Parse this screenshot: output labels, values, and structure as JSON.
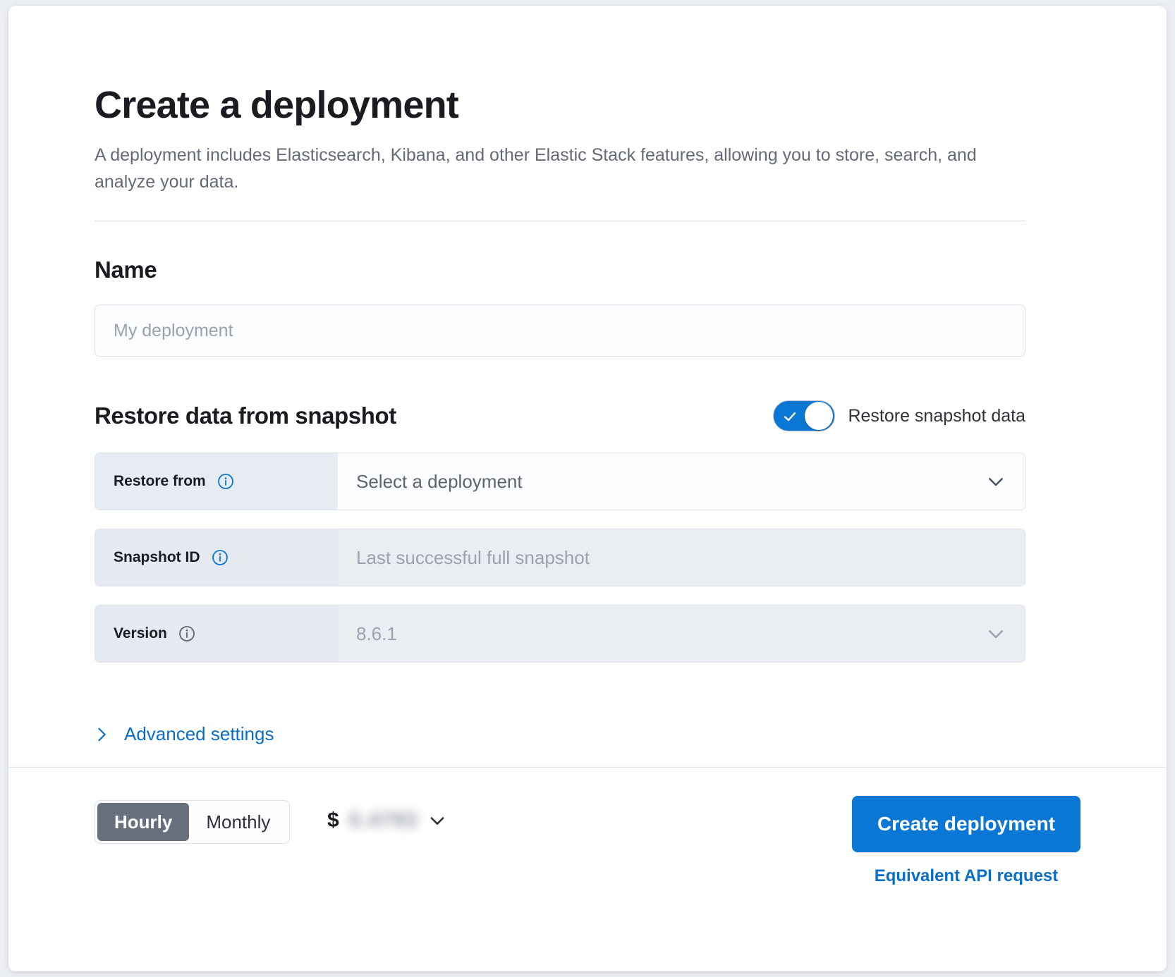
{
  "page": {
    "title": "Create a deployment",
    "subtitle": "A deployment includes Elasticsearch, Kibana, and other Elastic Stack features, allowing you to store, search, and analyze your data."
  },
  "name_section": {
    "heading": "Name",
    "input_placeholder": "My deployment",
    "input_value": ""
  },
  "snapshot_section": {
    "heading": "Restore data from snapshot",
    "toggle_label": "Restore snapshot data",
    "toggle_on": true,
    "rows": [
      {
        "label": "Restore from",
        "value": "Select a deployment",
        "is_placeholder": true,
        "disabled": false,
        "control": "dropdown",
        "info_icon": "info-icon"
      },
      {
        "label": "Snapshot ID",
        "value": "Last successful full snapshot",
        "is_placeholder": true,
        "disabled": true,
        "control": "text",
        "info_icon": "info-icon"
      },
      {
        "label": "Version",
        "value": "8.6.1",
        "is_placeholder": false,
        "disabled": true,
        "control": "dropdown",
        "info_icon": "info-icon"
      }
    ]
  },
  "advanced": {
    "label": "Advanced settings",
    "icon": "chevron-right-icon",
    "expanded": false
  },
  "footer": {
    "billing_options": [
      "Hourly",
      "Monthly"
    ],
    "billing_selected": "Hourly",
    "currency_symbol": "$",
    "price_value": "0.4793",
    "price_redacted": true,
    "price_chevron": "chevron-down-icon",
    "create_button": "Create deployment",
    "api_link": "Equivalent API request"
  },
  "colors": {
    "accent_blue": "#0b77d4",
    "link_blue": "#0b6ec4",
    "segment_active": "#69707d",
    "label_cell_bg": "#e7ebf2",
    "disabled_bg": "#eaeef3"
  }
}
